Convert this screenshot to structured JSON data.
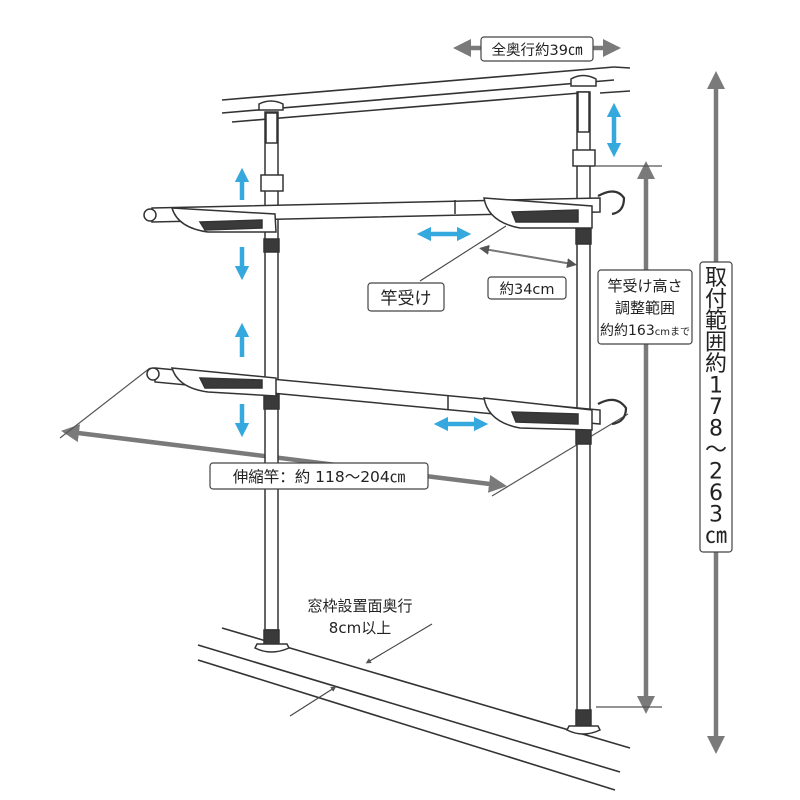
{
  "labels": {
    "depth_total": "全奥行約39㎝",
    "pole_holder": "竿受け",
    "bracket_offset": "約34cm",
    "holder_height_line1": "竿受け高さ",
    "holder_height_line2": "調整範囲",
    "holder_height_line3_prefix": "約163",
    "holder_height_line3_unit": "cmまで",
    "extend_pole": "伸縮竿：約 118～204㎝",
    "frame_depth_line1": "窓枠設置面奥行",
    "frame_depth_line2": "8cm以上",
    "install_range_chars": [
      "取",
      "付",
      "範",
      "囲",
      "約",
      "1",
      "7",
      "8",
      "～",
      "2",
      "6",
      "3",
      "㎝"
    ]
  },
  "colors": {
    "outline": "#333333",
    "pole_fill": "#ffffff",
    "dark_part": "#3a3a3a",
    "gray_dimension": "#7a7a7a",
    "blue_arrow": "#35a8dd",
    "label_border": "#444444"
  }
}
